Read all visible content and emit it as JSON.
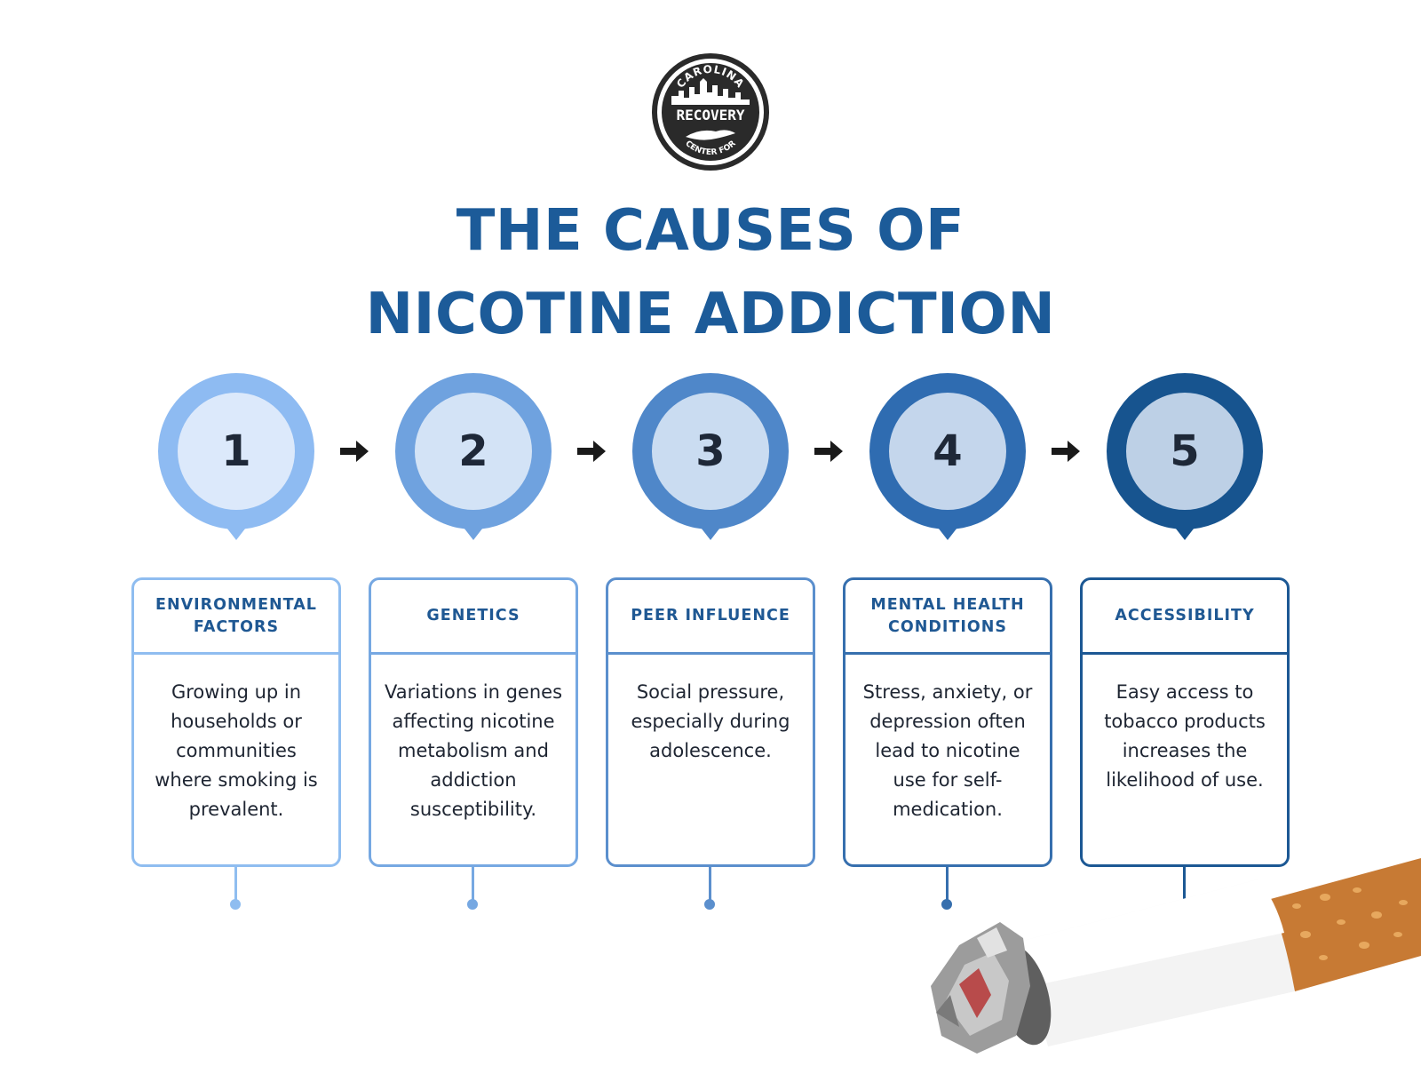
{
  "logo": {
    "top_text": "CAROLINA",
    "main_text": "RECOVERY",
    "bottom_text": "CENTER FOR"
  },
  "title": {
    "line1": "THE CAUSES OF",
    "line2": "NICOTINE ADDICTION"
  },
  "steps": [
    {
      "number": "1",
      "heading": "ENVIRONMENTAL FACTORS",
      "text": "Growing up in households or communities where smoking is prevalent.",
      "ring_color": "#8ebbf2",
      "inner_color": "#dce9fb",
      "border_color": "#8fbdf0"
    },
    {
      "number": "2",
      "heading": "GENETICS",
      "text": "Variations in genes affecting nicotine metabolism and addiction susceptibility.",
      "ring_color": "#6fa2df",
      "inner_color": "#d3e3f6",
      "border_color": "#76a8e2"
    },
    {
      "number": "3",
      "heading": "PEER INFLUENCE",
      "text": "Social pressure, especially during adolescence.",
      "ring_color": "#4f87c9",
      "inner_color": "#cadcf1",
      "border_color": "#5b8fcd"
    },
    {
      "number": "4",
      "heading": "MENTAL HEALTH CONDITIONS",
      "text": "Stress, anxiety, or depression often lead to nicotine use for self-medication.",
      "ring_color": "#2f6cb1",
      "inner_color": "#c4d6ec",
      "border_color": "#366fae"
    },
    {
      "number": "5",
      "heading": "ACCESSIBILITY",
      "text": "Easy access to tobacco products increases the likelihood of use.",
      "ring_color": "#17548f",
      "inner_color": "#bdd0e6",
      "border_color": "#1c5894"
    }
  ],
  "colors": {
    "title": "#1c5b99",
    "arrow": "#1a1a1a",
    "filter": "#c77a34"
  }
}
